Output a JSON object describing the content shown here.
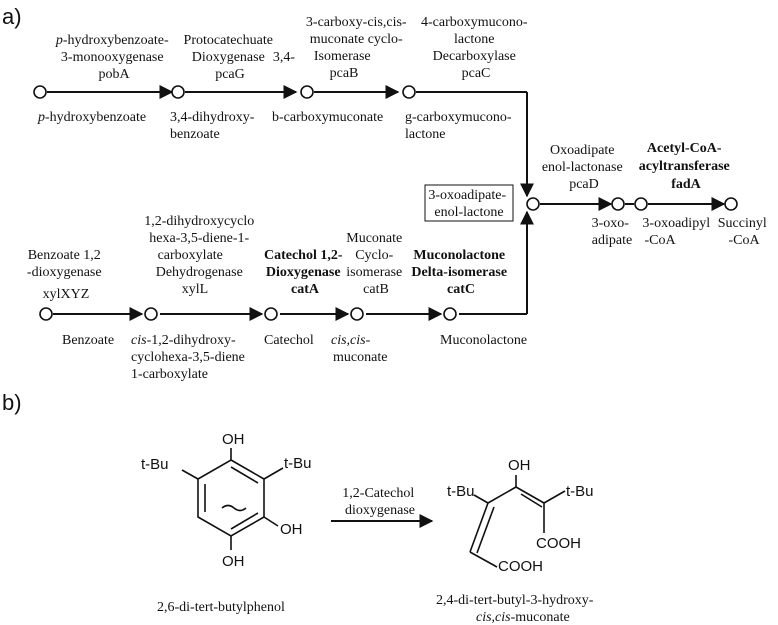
{
  "panel_a": {
    "label": "a)",
    "top_row": {
      "enzymes": [
        {
          "lines": [
            "p-hydroxybenzoate-",
            "3-monooxygenase",
            "pobA"
          ],
          "italic_prefix": "p",
          "bold": false
        },
        {
          "lines": [
            "Protocatechuate",
            "Dioxygenase",
            "pcaG"
          ],
          "bold": false
        },
        {
          "lines": [
            "3,4-"
          ],
          "bold": false
        },
        {
          "lines": [
            "3-carboxy-cis,cis-",
            "muconate cyclo-",
            "Isomerase",
            "pcaB"
          ],
          "bold": false
        },
        {
          "lines": [
            "4-carboxymucono-",
            "lactone",
            "Decarboxylase",
            "pcaC"
          ],
          "bold": false
        }
      ],
      "compounds": [
        {
          "lines": [
            "p-hydroxybenzoate"
          ],
          "italic_prefix": "p"
        },
        {
          "lines": [
            "3,4-dihydroxy-",
            "benzoate"
          ]
        },
        {
          "lines": [
            "b-carboxymuconate"
          ]
        },
        {
          "lines": [
            "g-carboxymucono-",
            "lactone"
          ]
        }
      ]
    },
    "junction": {
      "boxed_compound": [
        "3-oxoadipate-",
        "enol-lactone"
      ],
      "enzyme_1": {
        "lines": [
          "Oxoadipate",
          "enol-lactonase",
          "pcaD"
        ],
        "bold": false
      },
      "enzyme_2": {
        "lines": [
          "Acetyl-CoA-",
          "acyltransferase",
          "fadA"
        ],
        "bold": true
      },
      "products": [
        {
          "lines": [
            "3-oxo-",
            "adipate"
          ]
        },
        {
          "lines": [
            "3-oxoadipyl",
            "-CoA"
          ]
        },
        {
          "lines": [
            "Succinyl",
            "-CoA"
          ]
        }
      ]
    },
    "bottom_row": {
      "enzymes": [
        {
          "lines": [
            "Benzoate 1,2",
            "-dioxygenase",
            "xylXYZ"
          ],
          "bold": false
        },
        {
          "lines": [
            "1,2-dihydroxycyclo",
            "hexa-3,5-diene-1-",
            "carboxylate",
            "Dehydrogenase",
            "xylL"
          ],
          "bold": false
        },
        {
          "lines": [
            "Catechol 1,2-",
            "Dioxygenase",
            "catA"
          ],
          "bold": true
        },
        {
          "lines": [
            "Muconate",
            "Cyclo-",
            "isomerase",
            "catB"
          ],
          "bold": false
        },
        {
          "lines": [
            "Muconolactone",
            "Delta-isomerase",
            "catC"
          ],
          "bold": true
        }
      ],
      "compounds": [
        {
          "lines": [
            "Benzoate"
          ]
        },
        {
          "lines": [
            "cis-1,2-dihydroxy-",
            "cyclohexa-3,5-diene",
            "1-carboxylate"
          ],
          "italic_prefix": "cis"
        },
        {
          "lines": [
            "Catechol"
          ]
        },
        {
          "lines": [
            "cis,cis-",
            "muconate"
          ],
          "italic_prefix": "cis,cis-"
        },
        {
          "lines": [
            "Muconolactone"
          ]
        }
      ]
    }
  },
  "panel_b": {
    "label": "b)",
    "reactant": {
      "name": "2,6-di-tert-butylphenol",
      "substituents": {
        "top": "OH",
        "right": "OH",
        "bottom": "OH",
        "left_group": "t-Bu",
        "right_group": "t-Bu"
      }
    },
    "arrow_label": [
      "1,2-Catechol",
      "dioxygenase"
    ],
    "product": {
      "name_line1": "2,4-di-tert-butyl-3-hydroxy-",
      "name_line2_italic": "cis,cis",
      "name_line2_rest": "-muconate",
      "substituents": {
        "top": "OH",
        "left_group": "t-Bu",
        "right_group": "t-Bu",
        "acid_1": "COOH",
        "acid_2": "COOH"
      }
    }
  },
  "colors": {
    "ink": "#111111",
    "background": "#ffffff"
  }
}
